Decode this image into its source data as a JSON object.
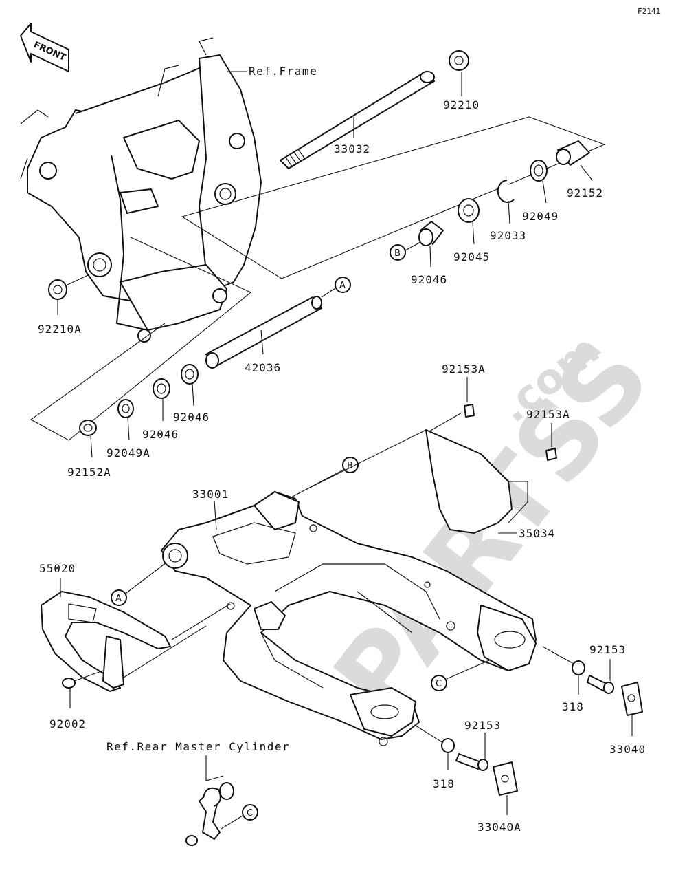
{
  "figure_code": "F2141",
  "front_arrow_label": "FRONT",
  "watermark": {
    "brand": "PARTSS",
    "suffix": ".com"
  },
  "references": {
    "frame": "Ref.Frame",
    "rear_master_cylinder": "Ref.Rear Master Cylinder"
  },
  "callouts": {
    "a": "A",
    "b": "B",
    "c": "C"
  },
  "parts": {
    "p92210": "92210",
    "p33032": "33032",
    "p92152": "92152",
    "p92049": "92049",
    "p92033": "92033",
    "p92045": "92045",
    "p92046_b": "92046",
    "p92210A": "92210A",
    "p42036": "42036",
    "p92046_1": "92046",
    "p92046_2": "92046",
    "p92049A": "92049A",
    "p92152A": "92152A",
    "p92153A_1": "92153A",
    "p92153A_2": "92153A",
    "p33001": "33001",
    "p35034": "35034",
    "p55020": "55020",
    "p92002": "92002",
    "p92153_r": "92153",
    "p318_r": "318",
    "p33040": "33040",
    "p92153_b": "92153",
    "p318_b": "318",
    "p33040A": "33040A"
  }
}
